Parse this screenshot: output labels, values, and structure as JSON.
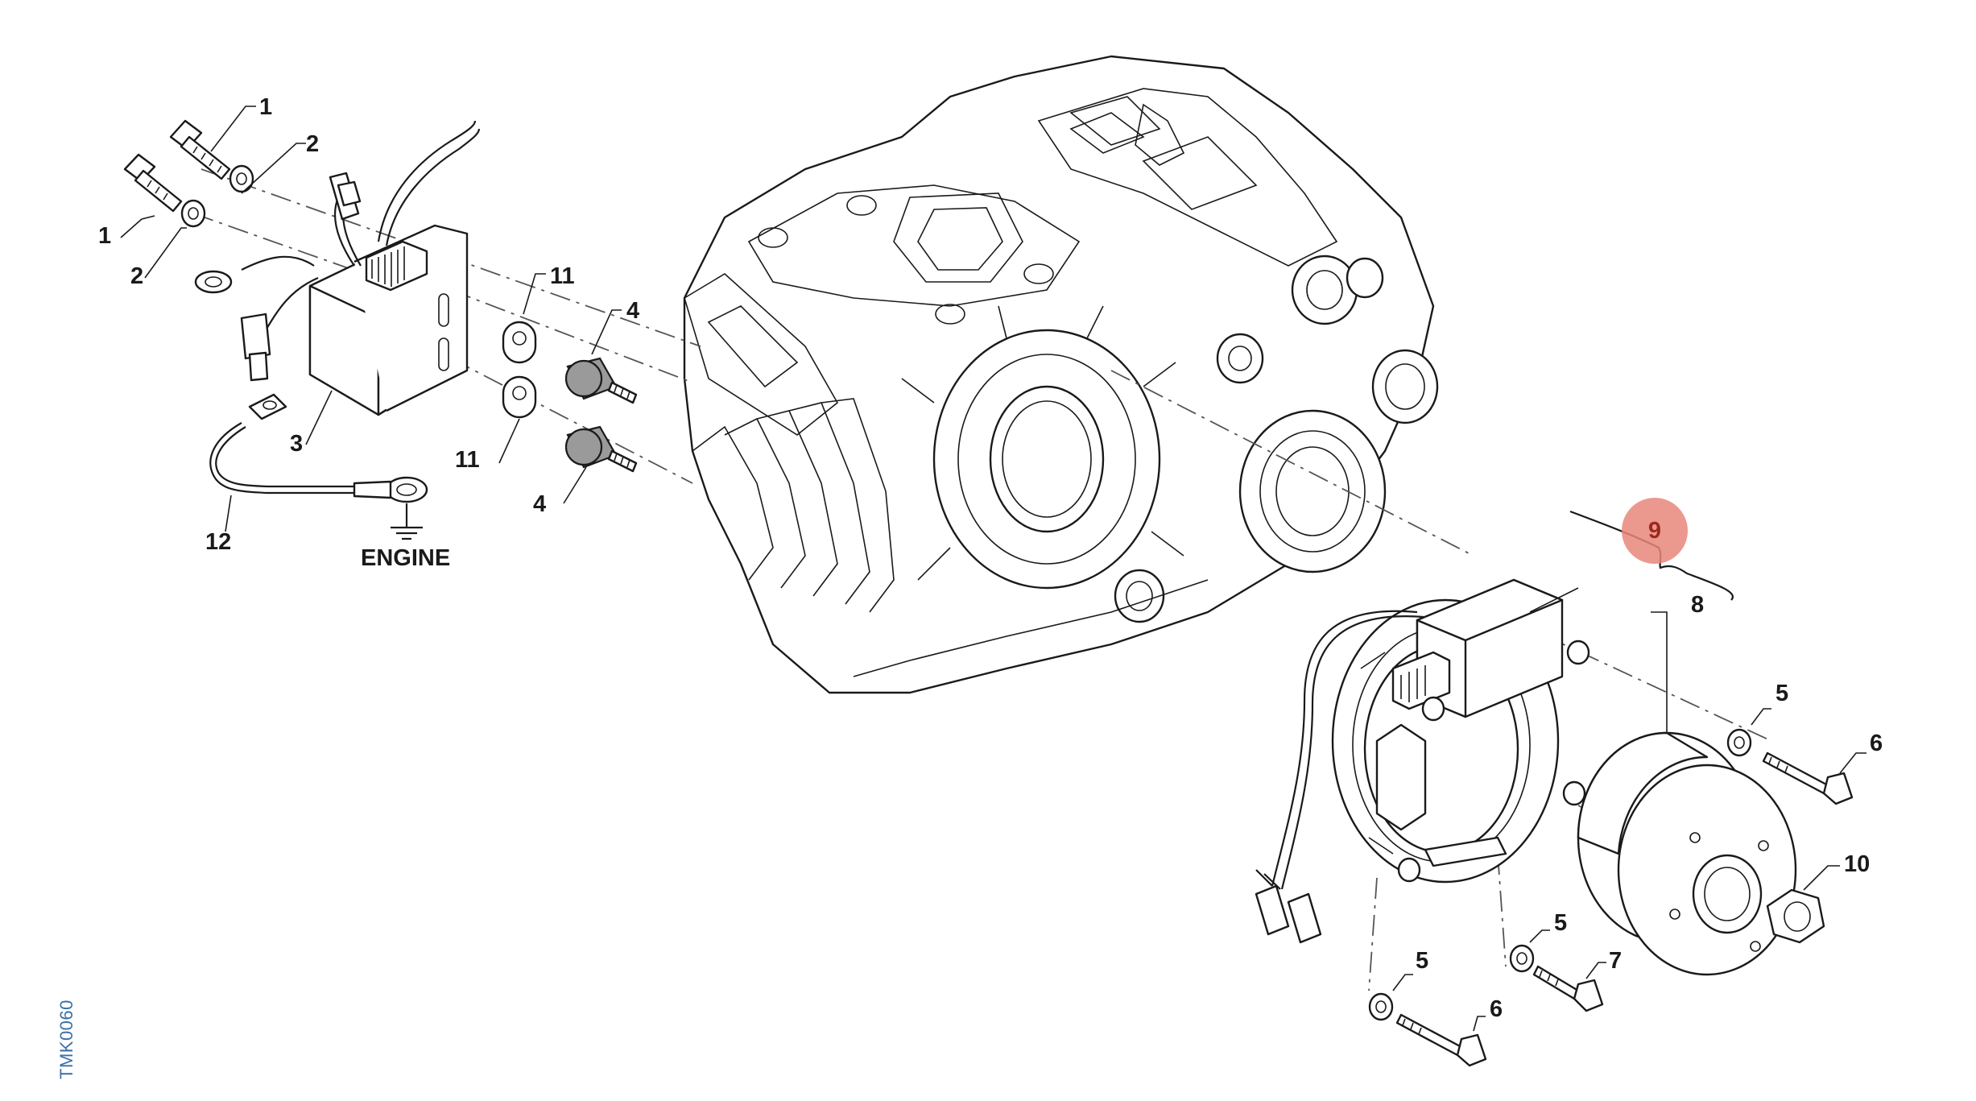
{
  "drawing_code": "TMK0060",
  "ground_label": "ENGINE",
  "highlight": {
    "label": "9",
    "color": "#e8877a"
  },
  "callouts": {
    "c1a": "1",
    "c1b": "1",
    "c2a": "2",
    "c2b": "2",
    "c3": "3",
    "c4a": "4",
    "c4b": "4",
    "c5a": "5",
    "c5b": "5",
    "c5c": "5",
    "c6a": "6",
    "c6b": "6",
    "c7": "7",
    "c8": "8",
    "c10": "10",
    "c11a": "11",
    "c11b": "11",
    "c12": "12"
  },
  "colors": {
    "line": "#1a1a1a",
    "code_text": "#3a6fa8",
    "highlight": "#e8877a"
  }
}
